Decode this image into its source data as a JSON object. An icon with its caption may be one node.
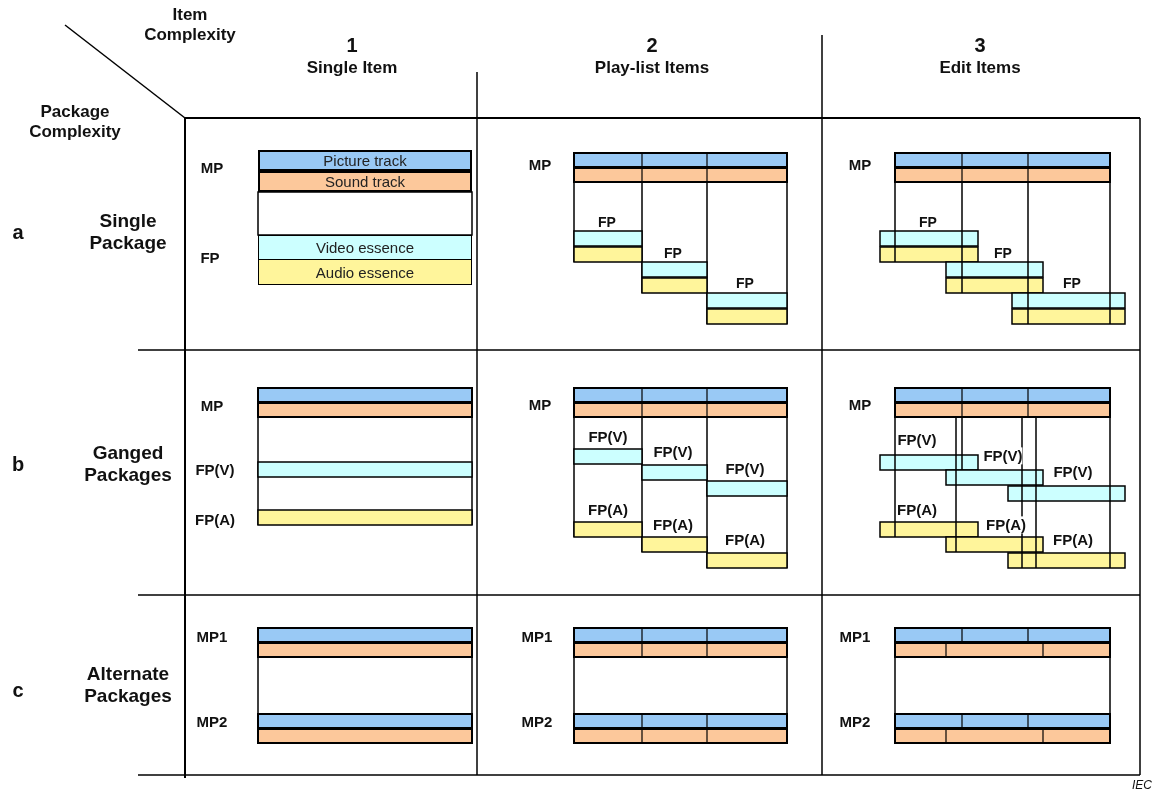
{
  "diagram": {
    "nodes": [
      {
        "text": [
          "Picture track"
        ]
      },
      {
        "text": [
          "Sound track"
        ]
      },
      {
        "text": [
          "Video essence"
        ]
      },
      {
        "text": [
          "Audio essence"
        ]
      }
    ],
    "labels": [
      "Item Complexity",
      "1",
      "Single Item",
      "2",
      "Play-list Items",
      "3",
      "Edit Items",
      "Package Complexity",
      "a",
      "Single Package",
      "MP",
      "FP",
      "MP",
      "FP",
      "FP",
      "FP",
      "MP",
      "FP",
      "FP",
      "FP",
      "b",
      "Ganged Packages",
      "MP",
      "FP(V)",
      "FP(A)",
      "MP",
      "FP(V)",
      "FP(V)",
      "FP(V)",
      "FP(A)",
      "FP(A)",
      "FP(A)",
      "MP",
      "FP(V)",
      "FP(V)",
      "FP(V)",
      "FP(A)",
      "FP(A)",
      "FP(A)",
      "c",
      "Alternate Packages",
      "MP1",
      "MP2",
      "MP1",
      "MP2",
      "MP1",
      "MP2",
      "IEC"
    ]
  }
}
